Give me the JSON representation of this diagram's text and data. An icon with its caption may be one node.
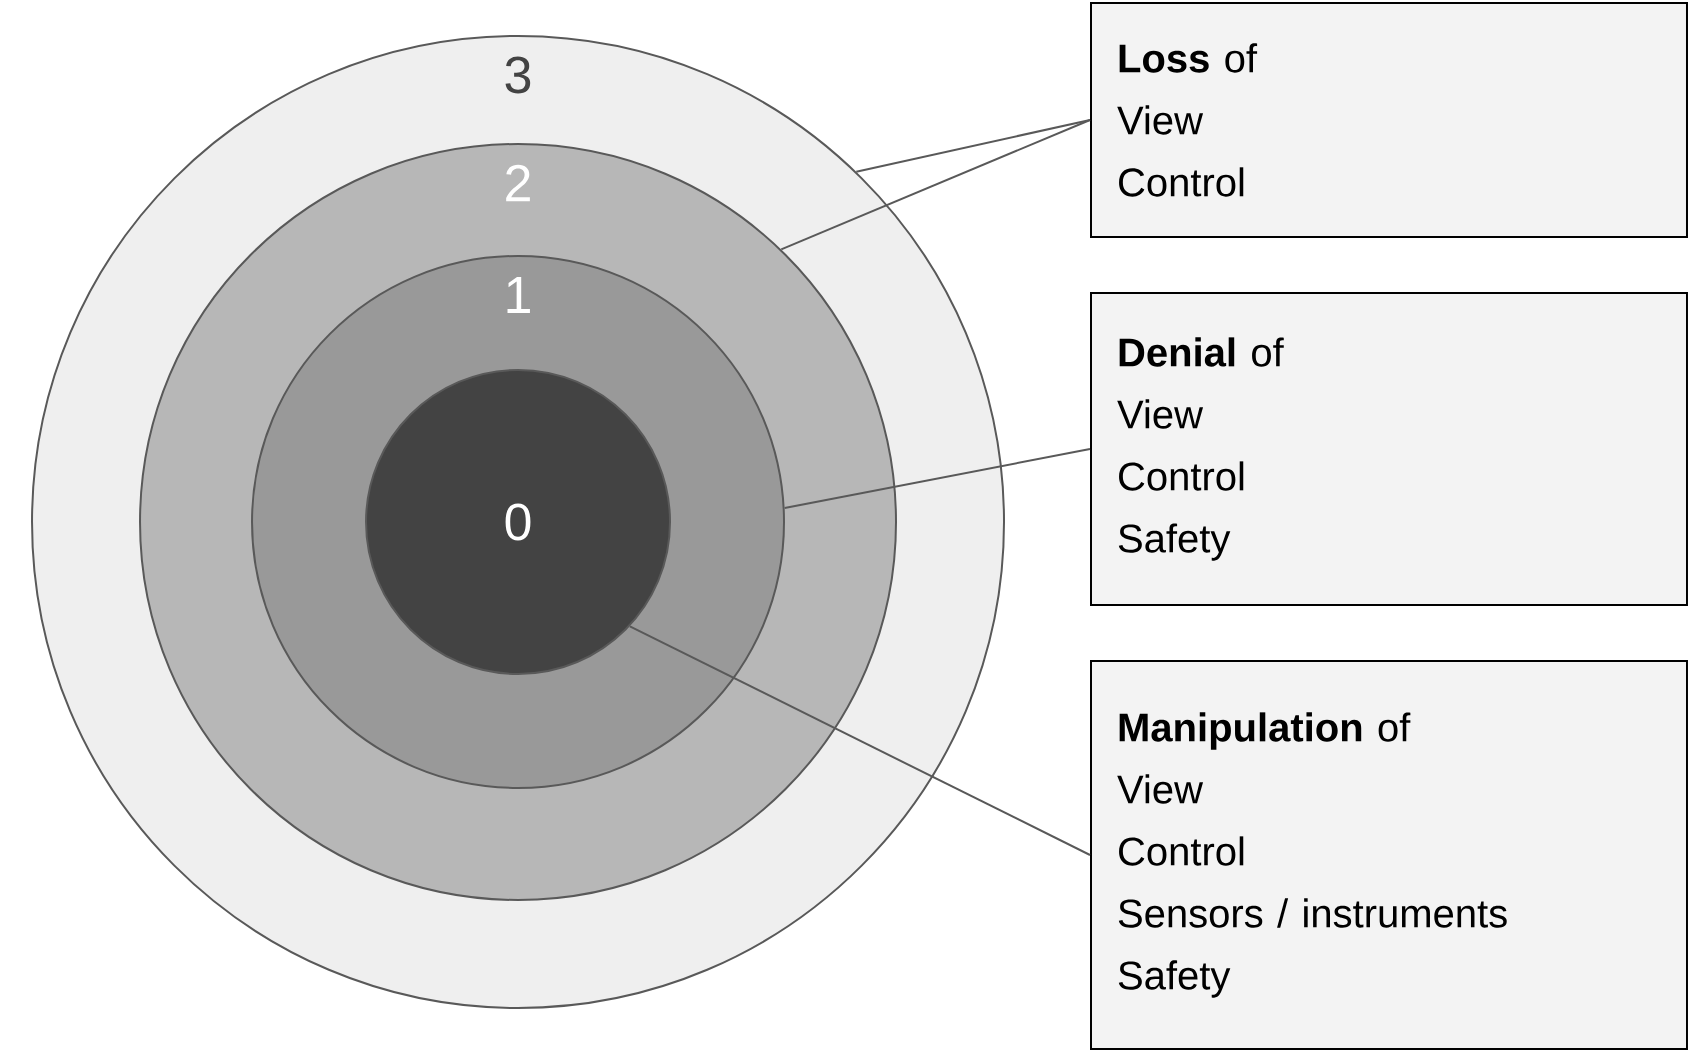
{
  "diagram": {
    "nodes": [
      {
        "text": [
          "3"
        ]
      },
      {
        "text": [
          "2"
        ],
        "in": 0
      },
      {
        "text": [
          "1"
        ],
        "in": 1
      },
      {
        "text": [
          "0"
        ],
        "in": 2
      },
      {
        "text": [
          "**Loss** of",
          "View",
          "Control"
        ]
      },
      {
        "text": [
          "**Denial** of",
          "View",
          "Control",
          "Safety"
        ]
      },
      {
        "text": [
          "**Manipulation** of",
          "View",
          "Control",
          "Sensors / instruments",
          "Safety"
        ]
      }
    ],
    "edges": [
      {
        "from": 4,
        "to": 0,
        "arrow": "none"
      },
      {
        "from": 4,
        "to": 1,
        "arrow": "none"
      },
      {
        "from": 5,
        "to": 2,
        "arrow": "none"
      },
      {
        "from": 6,
        "to": 3,
        "arrow": "none"
      }
    ]
  }
}
